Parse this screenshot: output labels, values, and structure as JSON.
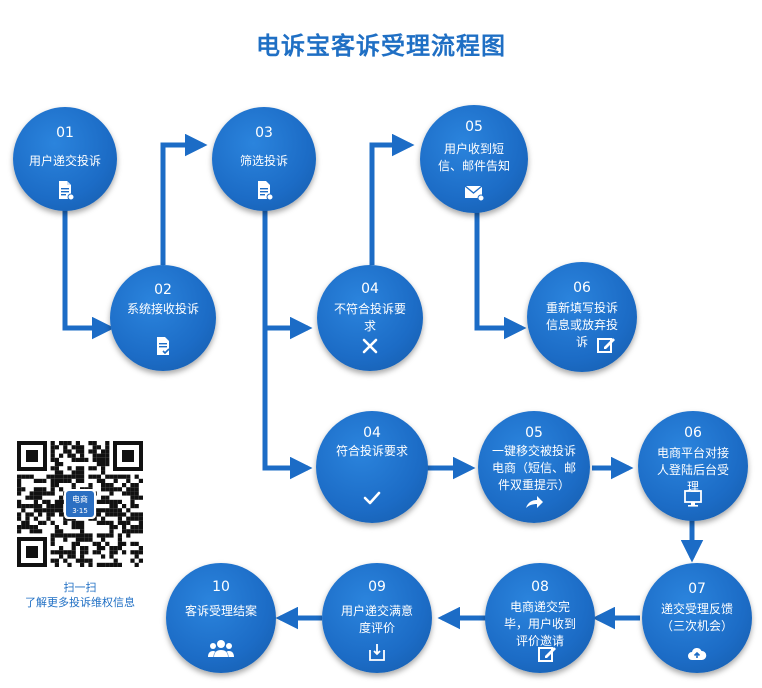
{
  "title": "电诉宝客诉受理流程图",
  "colors": {
    "node": "#1c6cc6",
    "arrow": "#1c6cc6",
    "title": "#1f6fc4",
    "background": "#ffffff"
  },
  "steps": [
    {
      "num": "01",
      "label": "用户递交投诉",
      "icon": "document-icon"
    },
    {
      "num": "02",
      "label": "系统接收投诉",
      "icon": "document-check-icon"
    },
    {
      "num": "03",
      "label": "筛选投诉",
      "icon": "document-icon"
    },
    {
      "num": "04",
      "label": "不符合投诉要求",
      "icon": "cross-icon"
    },
    {
      "num": "05",
      "label": "用户收到短信、邮件告知",
      "icon": "envelope-icon"
    },
    {
      "num": "06",
      "label": "重新填写投诉信息或放弃投诉",
      "icon": "edit-icon"
    },
    {
      "num": "04",
      "label": "符合投诉要求",
      "icon": "check-icon"
    },
    {
      "num": "05",
      "label": "一键移交被投诉电商（短信、邮件双重提示）",
      "icon": "share-arrow-icon"
    },
    {
      "num": "06",
      "label": "电商平台对接人登陆后台受理",
      "icon": "monitor-icon"
    },
    {
      "num": "07",
      "label": "递交受理反馈（三次机会）",
      "icon": "cloud-upload-icon"
    },
    {
      "num": "08",
      "label": "电商递交完毕，用户收到评价邀请",
      "icon": "edit-icon"
    },
    {
      "num": "09",
      "label": "用户递交满意度评价",
      "icon": "download-box-icon"
    },
    {
      "num": "10",
      "label": "客诉受理结案",
      "icon": "people-icon"
    }
  ],
  "qr": {
    "badge_top": "电商",
    "badge_bottom": "3·15",
    "caption_line1": "扫一扫",
    "caption_line2": "了解更多投诉维权信息"
  }
}
